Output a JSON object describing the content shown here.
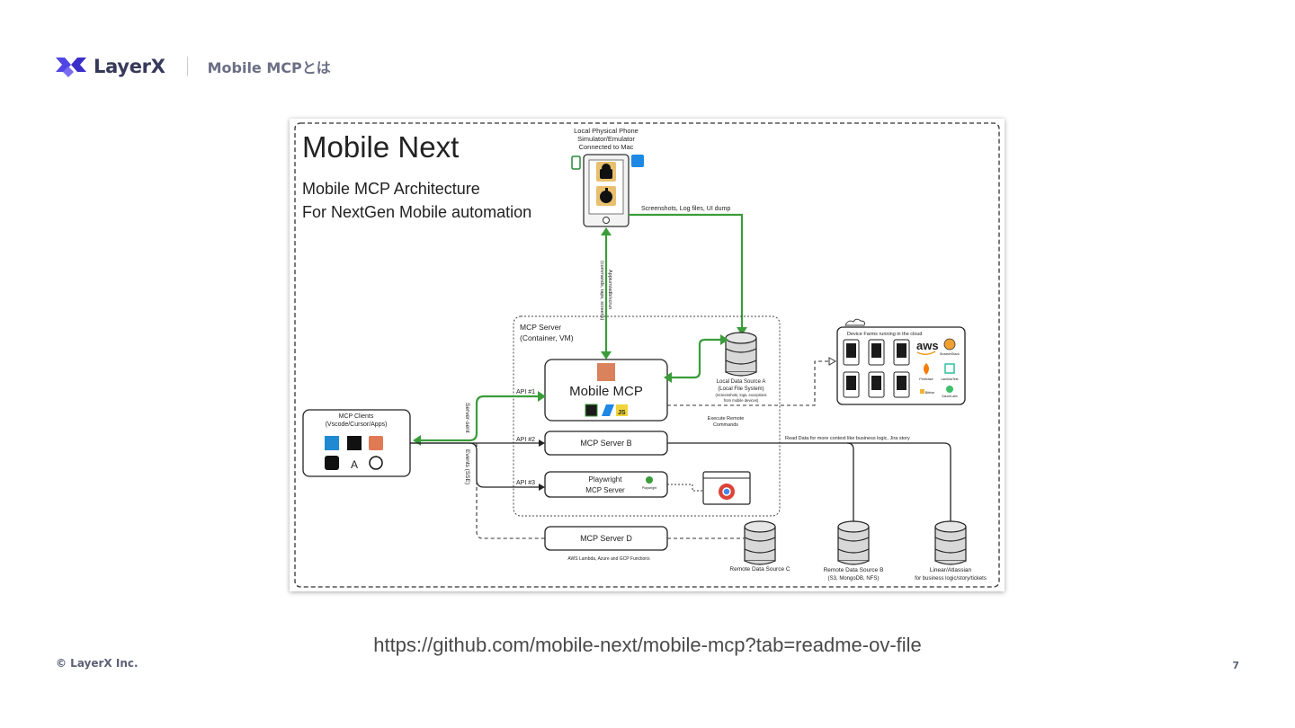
{
  "header": {
    "brand_name": "LayerX",
    "page_title": "Mobile MCPとは"
  },
  "diagram": {
    "title": "Mobile Next",
    "subtitle_1": "Mobile MCP Architecture",
    "subtitle_2": "For NextGen Mobile automation",
    "phone_label_1": "Local Physical Phone",
    "phone_label_2": "Simulator/Emulator",
    "phone_label_3": "Connected to Mac",
    "screenshots_label": "Screenshots, Log files, UI dump",
    "vertical_link_label_1": "Appium/adb/xcrun",
    "vertical_link_label_2": "(commands, taps, screens)",
    "mcp_server_group_1": "MCP Server",
    "mcp_server_group_2": "(Container, VM)",
    "mobile_mcp": "Mobile MCP",
    "js_badge": "JS",
    "local_ds_1": "Local Data Source A",
    "local_ds_2": "(Local File System)",
    "local_ds_3": "(Screenshots, logs, exceptions",
    "local_ds_4": "from mobile devices)",
    "device_farms": "Device Farms running in the cloud",
    "aws": "aws",
    "farm_browserstack": "BrowserStack",
    "farm_firebase": "Firebase",
    "farm_lambdatest": "LambdaTest",
    "farm_bitrise": "Bitrise",
    "farm_saucelabs": "SauceLabs",
    "execute_remote_1": "Execute Remote",
    "execute_remote_2": "Commands",
    "mcp_clients_1": "MCP Clients",
    "mcp_clients_2": "(Vscode/Cursor/Apps)",
    "server_sent": "Server-sent",
    "events_sse": "Events (SSE)",
    "api1": "API #1",
    "api2": "API #2",
    "api3": "API #3",
    "mcp_server_b": "MCP Server B",
    "read_data": "Read Data for more context like business logic, Jira story",
    "playwright_1": "Playwright",
    "playwright_2": "MCP Server",
    "playwright_logo": "Playwright",
    "mcp_server_d": "MCP Server D",
    "aws_lambda": "AWS Lambda, Azure and GCP Functions",
    "remote_c": "Remote Data Source C",
    "remote_b_1": "Remote Data Source B",
    "remote_b_2": "(S3, MongoDB, NFS)",
    "linear_1": "Linear/Atlassian",
    "linear_2": "for business logic/story/tickets"
  },
  "footer": {
    "url": "https://github.com/mobile-next/mobile-mcp?tab=readme-ov-file",
    "copyright": "© LayerX Inc.",
    "page_number": "7"
  },
  "colors": {
    "brand": "#4b3ee0",
    "green": "#3a9d3a",
    "text": "#222222"
  }
}
